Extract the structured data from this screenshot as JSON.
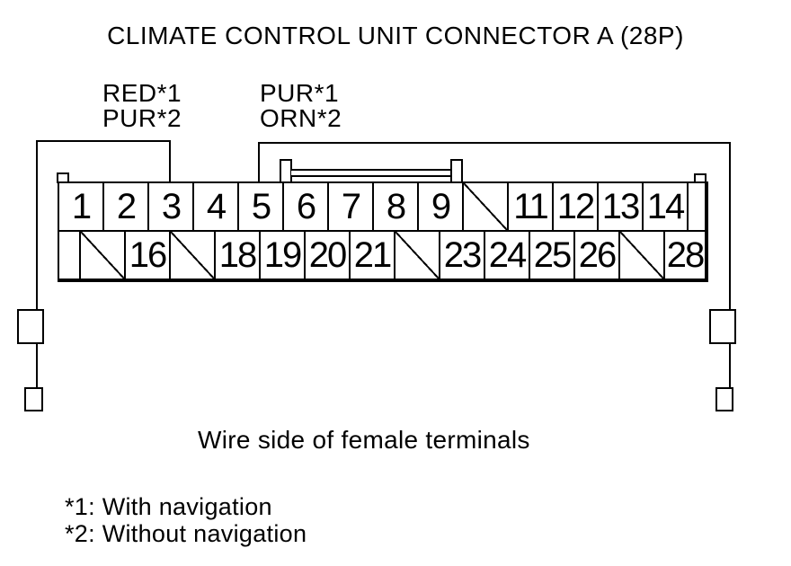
{
  "title": "CLIMATE CONTROL UNIT CONNECTOR A (28P)",
  "wire_labels": {
    "left": {
      "line1": "RED*1",
      "line2": "PUR*2",
      "points_to_pin": "3"
    },
    "right": {
      "line1": "PUR*1",
      "line2": "ORN*2",
      "points_to_pin": "5"
    }
  },
  "connector": {
    "top_row": [
      {
        "label": "1",
        "type": "pin"
      },
      {
        "label": "2",
        "type": "pin"
      },
      {
        "label": "3",
        "type": "pin"
      },
      {
        "label": "4",
        "type": "pin"
      },
      {
        "label": "5",
        "type": "pin"
      },
      {
        "label": "6",
        "type": "pin"
      },
      {
        "label": "7",
        "type": "pin"
      },
      {
        "label": "8",
        "type": "pin"
      },
      {
        "label": "9",
        "type": "pin"
      },
      {
        "label": "",
        "type": "blocked"
      },
      {
        "label": "11",
        "type": "pin"
      },
      {
        "label": "12",
        "type": "pin"
      },
      {
        "label": "13",
        "type": "pin"
      },
      {
        "label": "14",
        "type": "pin"
      },
      {
        "label": "",
        "type": "spacer"
      }
    ],
    "bottom_row": [
      {
        "label": "",
        "type": "spacer"
      },
      {
        "label": "",
        "type": "blocked"
      },
      {
        "label": "16",
        "type": "pin"
      },
      {
        "label": "",
        "type": "blocked"
      },
      {
        "label": "18",
        "type": "pin"
      },
      {
        "label": "19",
        "type": "pin"
      },
      {
        "label": "20",
        "type": "pin"
      },
      {
        "label": "21",
        "type": "pin"
      },
      {
        "label": "",
        "type": "blocked"
      },
      {
        "label": "23",
        "type": "pin"
      },
      {
        "label": "24",
        "type": "pin"
      },
      {
        "label": "25",
        "type": "pin"
      },
      {
        "label": "26",
        "type": "pin"
      },
      {
        "label": "",
        "type": "blocked"
      },
      {
        "label": "28",
        "type": "pin"
      }
    ]
  },
  "caption": "Wire side of female terminals",
  "footnotes": [
    "*1: With navigation",
    "*2: Without navigation"
  ],
  "colors": {
    "ink": "#000000",
    "bg": "#ffffff"
  }
}
